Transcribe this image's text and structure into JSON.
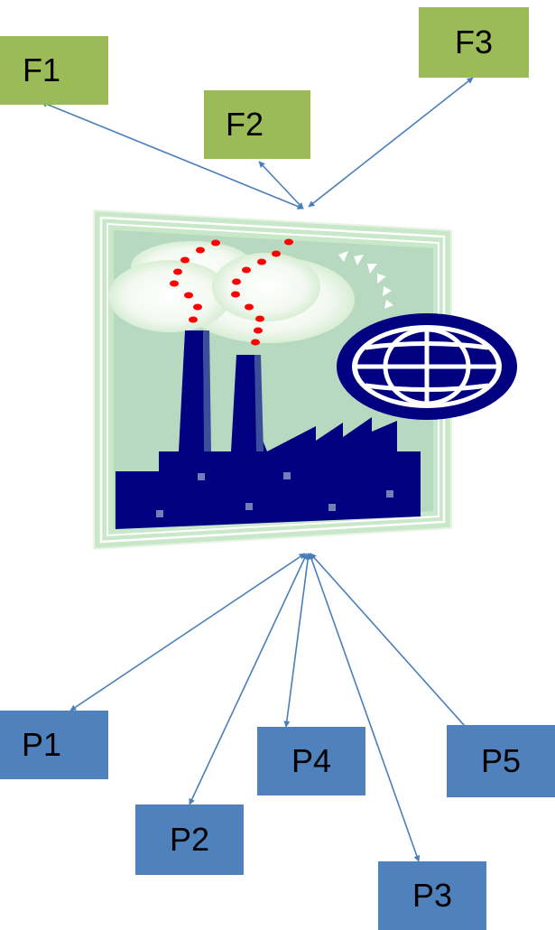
{
  "nodes": {
    "f1": "F1",
    "f2": "F2",
    "f3": "F3",
    "p1": "P1",
    "p2": "P2",
    "p3": "P3",
    "p4": "P4",
    "p5": "P5"
  },
  "colors": {
    "f_box": "#9bbb59",
    "p_box": "#4f81bd",
    "arrow": "#4a7ebb",
    "factory": "#000080",
    "smoke_dots": "#ff0000",
    "sky": "#b7d9c0",
    "frame": "#c9e7c9"
  },
  "icons": [
    "factory-icon",
    "globe-icon",
    "sun-icon"
  ]
}
